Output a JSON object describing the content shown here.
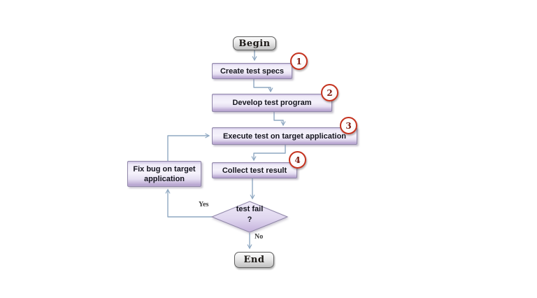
{
  "colors": {
    "background": "#ffffff",
    "process_fill_top": "#f2eef9",
    "process_fill_bottom": "#b7a4d0",
    "process_border": "#8f86a8",
    "terminator_fill_top": "#fcfcfc",
    "terminator_fill_bottom": "#c0c0c0",
    "terminator_border": "#5f5f5f",
    "connector": "#8fa8c2",
    "badge_border": "#c5331f",
    "badge_number": "#7d1a10",
    "text": "#14141e"
  },
  "diagram": {
    "nodes": {
      "begin": {
        "label": "Begin"
      },
      "create_test_specs": {
        "label": "Create test specs",
        "badge": "1"
      },
      "develop_test_program": {
        "label": "Develop test program",
        "badge": "2"
      },
      "execute_test": {
        "label": "Execute test on target application",
        "badge": "3"
      },
      "collect_test_result": {
        "label": "Collect test result",
        "badge": "4"
      },
      "fix_bug": {
        "label": "Fix bug on target\napplication"
      },
      "decision": {
        "label": "test fail\n?"
      },
      "end": {
        "label": "End"
      }
    },
    "edge_labels": {
      "yes": "Yes",
      "no": "No"
    }
  }
}
